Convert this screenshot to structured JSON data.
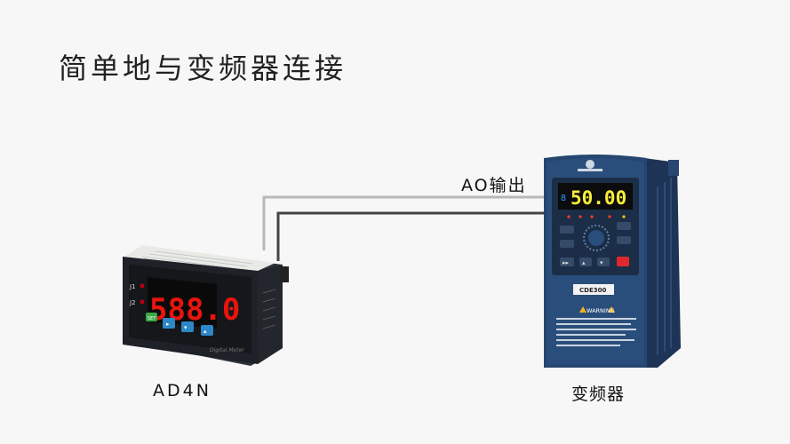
{
  "title": "简单地与变频器连接",
  "labels": {
    "ao_output": "AO输出",
    "meter": "AD4N",
    "inverter": "变频器"
  },
  "meter": {
    "display_value": "588.0",
    "indicator_1": "J1",
    "indicator_2": "J2",
    "button_set": "SET",
    "footer_text": "Digital Meter",
    "display_color": "#e8140e",
    "body_color": "#1e2127"
  },
  "inverter": {
    "display_value": "50.00",
    "model": "CDE300",
    "warning_title": "WARNING",
    "display_color": "#f7ee3a",
    "body_color": "#25466f"
  },
  "wires": {
    "light_color": "#b8b8b8",
    "dark_color": "#444444"
  }
}
